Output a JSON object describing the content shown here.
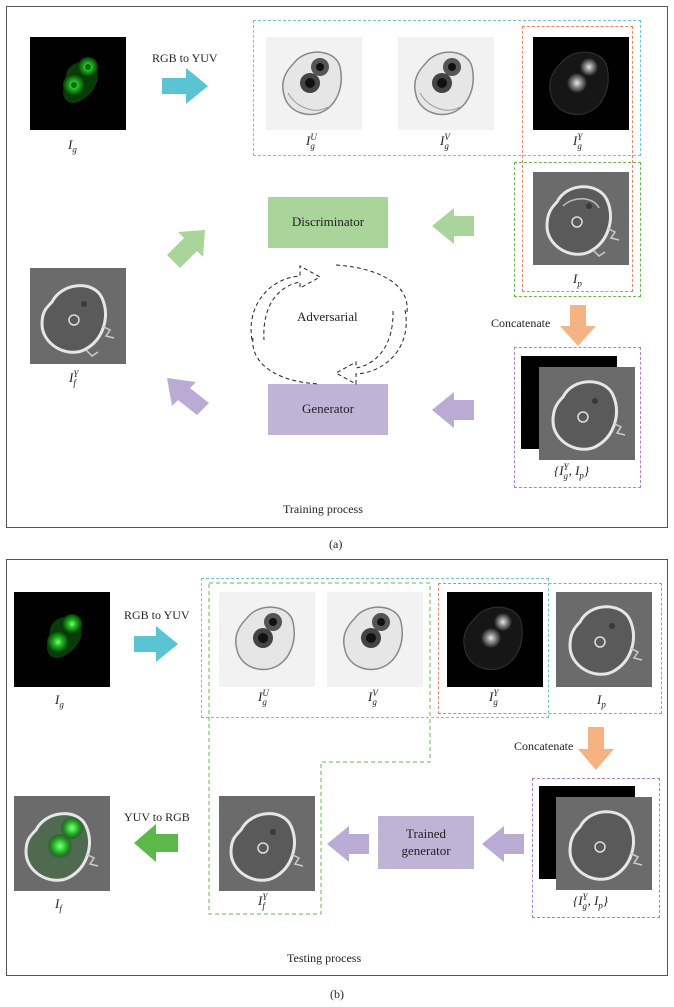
{
  "colors": {
    "cyan": "#5bc4d4",
    "green_box": "#a9d59a",
    "purple_box": "#bfb4d6",
    "purple_arrow": "#b9abd4",
    "green_arrow": "#a9d59a",
    "orange_arrow": "#f5b384",
    "dark_green_arrow": "#5db84a",
    "blue_dash": "#6fc3da",
    "orange_dash": "#f0835a",
    "green_dash": "#68b84e",
    "purple_dash": "#b07ed0"
  },
  "panel_a": {
    "rgb_to_yuv": "RGB to YUV",
    "ig": {
      "base": "I",
      "sub": "g",
      "sup": ""
    },
    "igu": {
      "base": "I",
      "sub": "g",
      "sup": "U"
    },
    "igv": {
      "base": "I",
      "sub": "g",
      "sup": "V"
    },
    "igy": {
      "base": "I",
      "sub": "g",
      "sup": "Y"
    },
    "ip": {
      "base": "I",
      "sub": "p",
      "sup": ""
    },
    "ify": {
      "base": "I",
      "sub": "f",
      "sup": "Y"
    },
    "discriminator": "Discriminator",
    "generator": "Generator",
    "adversarial": "Adversarial",
    "concatenate": "Concatenate",
    "pair": {
      "open": "{",
      "b1": "I",
      "s1": "g",
      "p1": "Y",
      "sep": ", ",
      "b2": "I",
      "s2": "p",
      "close": "}"
    },
    "caption": "Training process",
    "letter": "(a)"
  },
  "panel_b": {
    "rgb_to_yuv": "RGB to YUV",
    "yuv_to_rgb": "YUV to RGB",
    "ig": {
      "base": "I",
      "sub": "g",
      "sup": ""
    },
    "igu": {
      "base": "I",
      "sub": "g",
      "sup": "U"
    },
    "igv": {
      "base": "I",
      "sub": "g",
      "sup": "V"
    },
    "igy": {
      "base": "I",
      "sub": "g",
      "sup": "Y"
    },
    "ip": {
      "base": "I",
      "sub": "p",
      "sup": ""
    },
    "ify": {
      "base": "I",
      "sub": "f",
      "sup": "Y"
    },
    "if": {
      "base": "I",
      "sub": "f",
      "sup": ""
    },
    "concatenate": "Concatenate",
    "trained_generator_1": "Trained",
    "trained_generator_2": "generator",
    "pair": {
      "open": "{",
      "b1": "I",
      "s1": "g",
      "p1": "Y",
      "sep": ", ",
      "b2": "I",
      "s2": "p",
      "close": "}"
    },
    "caption": "Testing process",
    "letter": "(b)"
  }
}
